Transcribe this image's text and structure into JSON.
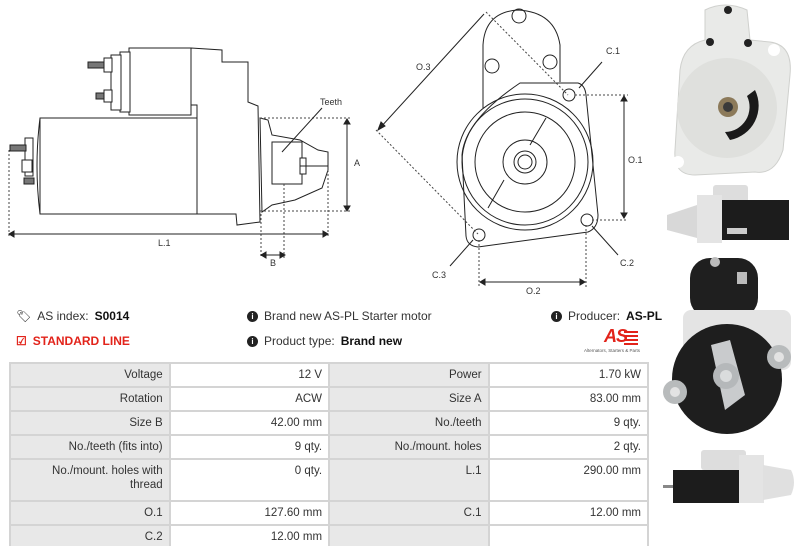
{
  "drawing_side": {
    "label_teeth": "Teeth",
    "label_a": "A",
    "label_b": "B",
    "label_l1": "L.1"
  },
  "drawing_front": {
    "label_o1": "O.1",
    "label_o2": "O.2",
    "label_o3": "O.3",
    "label_c1": "C.1",
    "label_c2": "C.2",
    "label_c3": "C.3"
  },
  "info": {
    "as_index_label": "AS index:",
    "as_index_value": "S0014",
    "standard_line": "STANDARD LINE",
    "description": "Brand new AS-PL Starter motor",
    "product_type_label": "Product type:",
    "product_type_value": "Brand new",
    "producer_label": "Producer:",
    "producer_value": "AS-PL",
    "logo_text": "AS",
    "logo_tagline": "Alternators, Starters & Parts"
  },
  "colors": {
    "accent_red": "#e2231a",
    "table_key_bg": "#e8e8e8",
    "table_border": "#d4d4d4"
  },
  "specs": [
    {
      "k1": "Voltage",
      "v1": "12 V",
      "k2": "Power",
      "v2": "1.70 kW"
    },
    {
      "k1": "Rotation",
      "v1": "ACW",
      "k2": "Size A",
      "v2": "83.00 mm"
    },
    {
      "k1": "Size B",
      "v1": "42.00 mm",
      "k2": "No./teeth",
      "v2": "9 qty."
    },
    {
      "k1": "No./teeth (fits into)",
      "v1": "9 qty.",
      "k2": "No./mount. holes",
      "v2": "2 qty."
    },
    {
      "k1": "No./mount. holes with thread",
      "v1": "0 qty.",
      "k2": "L.1",
      "v2": "290.00 mm"
    },
    {
      "k1": "O.1",
      "v1": "127.60 mm",
      "k2": "C.1",
      "v2": "12.00 mm"
    },
    {
      "k1": "C.2",
      "v1": "12.00 mm",
      "k2": "",
      "v2": ""
    }
  ]
}
